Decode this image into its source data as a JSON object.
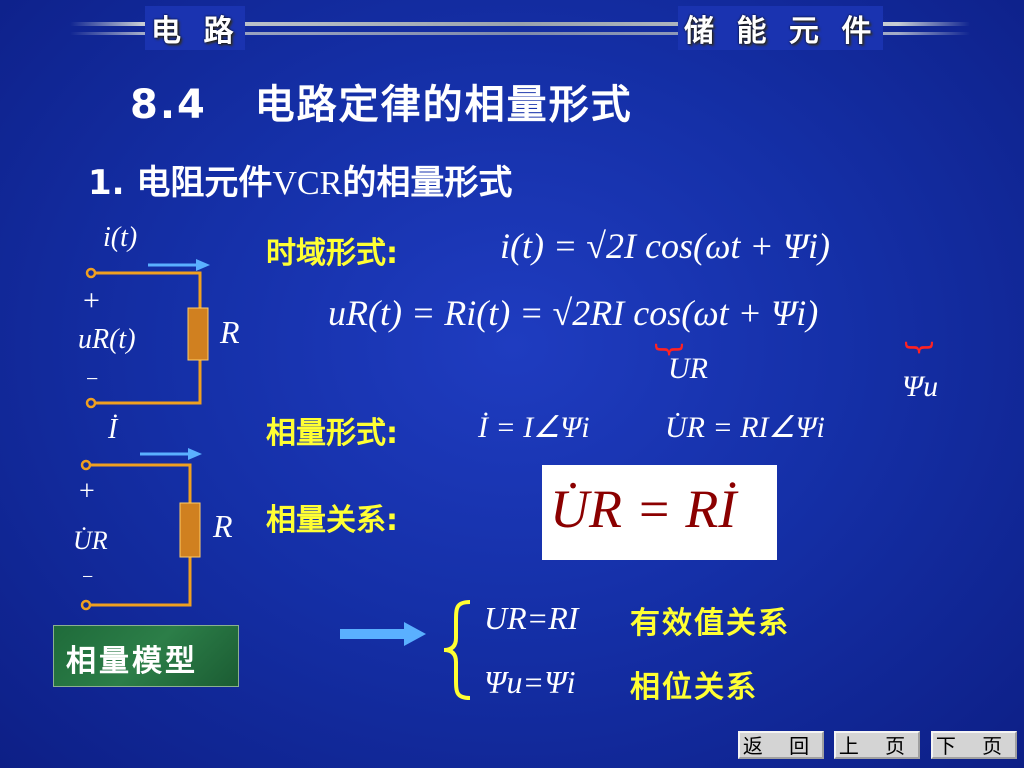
{
  "header": {
    "left_title": "电 路",
    "right_title": "储 能 元 件"
  },
  "title": "8.4   电路定律的相量形式",
  "subtitle": "1.  电阻元件VCR的相量形式",
  "time_domain": {
    "label": "时域形式:",
    "eq_current": "i(t) = √2I cos(ωt + Ψi)",
    "eq_voltage": "uR(t) = Ri(t) = √2RI cos(ωt + Ψi)",
    "annot_ur": "UR",
    "annot_psi": "Ψu"
  },
  "phasor_form": {
    "label": "相量形式:",
    "eq_current": "İ = I∠Ψi",
    "eq_voltage": "U̇R = RI∠Ψi"
  },
  "phasor_relation": {
    "label": "相量关系:",
    "eq": "U̇R = Rİ"
  },
  "circuit_top": {
    "current_label": "i(t)",
    "plus": "+",
    "voltage_label": "uR(t)",
    "minus": "−",
    "resistor_label": "R"
  },
  "circuit_bottom": {
    "current_label": "İ",
    "plus": "+",
    "voltage_label": "U̇R",
    "minus": "−",
    "resistor_label": "R"
  },
  "model_label": "相量模型",
  "results": {
    "magnitude_eq": "UR=RI",
    "magnitude_desc": "有效值关系",
    "phase_eq": "Ψu=Ψi",
    "phase_desc": "相位关系"
  },
  "nav": {
    "back": "返 回",
    "prev": "上 页",
    "next": "下 页"
  },
  "colors": {
    "background": "#1530a8",
    "label_yellow": "#ffff33",
    "wire": "#f0a020",
    "resistor": "#d08020",
    "arrow": "#5ab0ff",
    "brace": "#ff2222"
  }
}
